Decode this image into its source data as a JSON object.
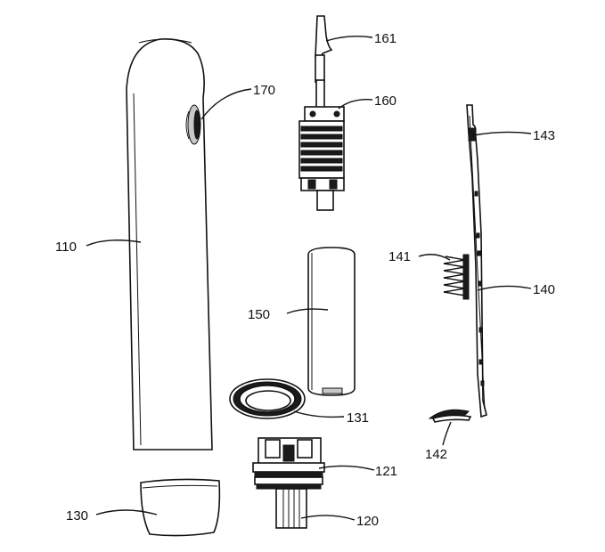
{
  "labels": {
    "l110": "110",
    "l120": "120",
    "l121": "121",
    "l130": "130",
    "l131": "131",
    "l140": "140",
    "l141": "141",
    "l142": "142",
    "l143": "143",
    "l150": "150",
    "l160": "160",
    "l161": "161",
    "l170": "170"
  }
}
